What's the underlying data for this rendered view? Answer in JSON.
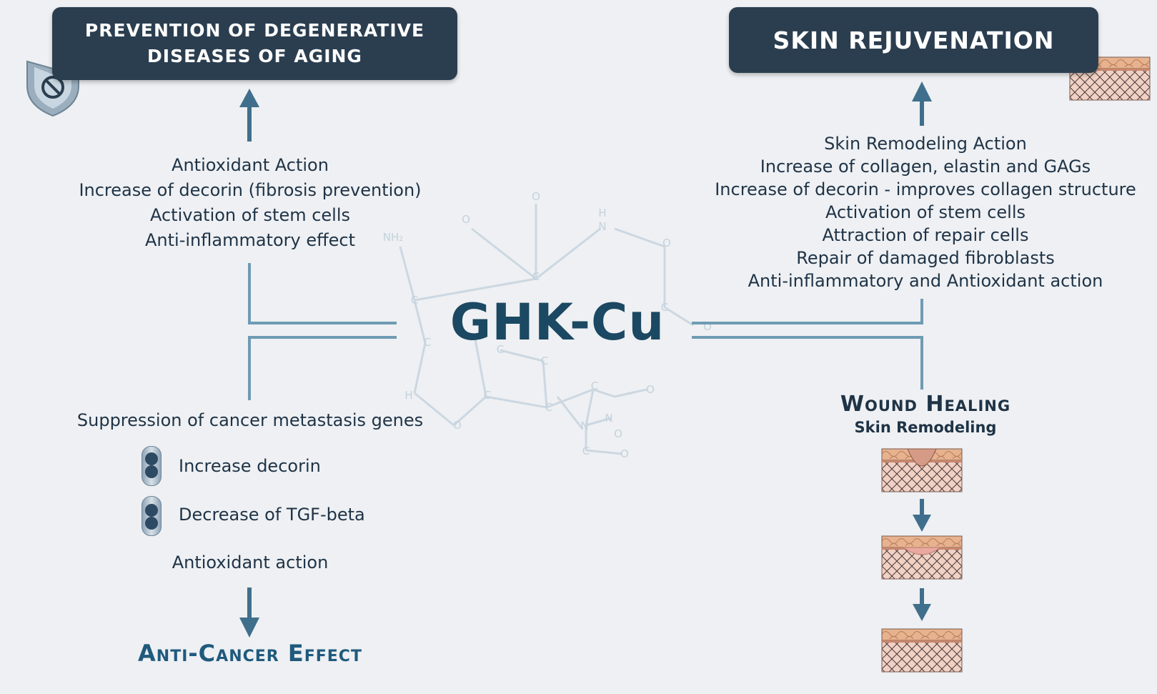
{
  "center": {
    "title": "GHK-Cu"
  },
  "molecule_labels": [
    "O",
    "O",
    "H",
    "N",
    "O",
    "NH₂",
    "C",
    "C",
    "O",
    "C",
    "O",
    "C",
    "C",
    "H",
    "C",
    "C",
    "C",
    "O",
    "C",
    "N",
    "N",
    "O",
    "C",
    "O"
  ],
  "top_left": {
    "banner_line1": "PREVENTION OF DEGENERATIVE",
    "banner_line2": "DISEASES OF AGING",
    "icon": "shield-no-icon",
    "items": [
      "Antioxidant Action",
      "Increase of decorin (fibrosis prevention)",
      "Activation of stem cells",
      "Anti-inflammatory effect"
    ]
  },
  "top_right": {
    "banner": "SKIN REJUVENATION",
    "icon": "skin-tissue-icon",
    "items": [
      "Skin Remodeling Action",
      "Increase of collagen, elastin and GAGs",
      "Increase of decorin - improves collagen structure",
      "Activation of stem cells",
      "Attraction of repair cells",
      "Repair of damaged fibroblasts",
      "Anti-inflammatory and Antioxidant action"
    ]
  },
  "bottom_left": {
    "heading": "Suppression of cancer metastasis genes",
    "bullet1": "Increase decorin",
    "bullet2": "Decrease of TGF-beta",
    "plain": "Antioxidant action",
    "result": "Anti-Cancer Effect"
  },
  "bottom_right": {
    "title": "Wound Healing",
    "subtitle": "Skin Remodeling",
    "stages": [
      "wound-skin-icon",
      "healing-skin-icon",
      "healed-skin-icon"
    ]
  },
  "colors": {
    "banner": "#2b3e50",
    "connector": "#6f9bb3",
    "arrow": "#3f6f8c",
    "title": "#1b4862",
    "accent": "#1f5a7d"
  }
}
